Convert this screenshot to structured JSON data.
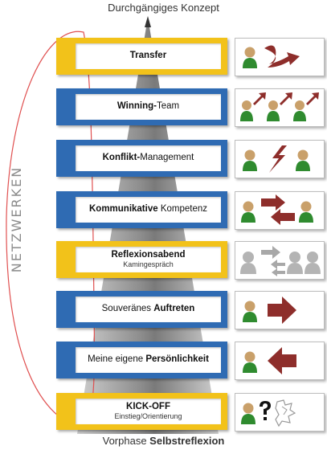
{
  "header": {
    "title": "Durchgängiges Konzept"
  },
  "footer": {
    "prefix": "Vorphase ",
    "bold": "Selbstreflexion"
  },
  "side_label": "NETZWERKEN",
  "colors": {
    "blue": "#2f6bb3",
    "yellow": "#f2c21a",
    "arrow_red": "#8e2e2b",
    "head_tan": "#c9a06a",
    "body_green": "#2f8b2f",
    "gray_person": "#b4b4b4",
    "network_line": "#e05050"
  },
  "steps": [
    {
      "id": "transfer",
      "color": "yellow",
      "bold_first": true,
      "bold": "Transfer",
      "normal": "",
      "sub": "",
      "icon": "person-curved-arrow-icon"
    },
    {
      "id": "winning",
      "color": "blue",
      "bold_first": true,
      "bold": "Winning-",
      "normal": "Team",
      "sub": "",
      "icon": "team-arrows-icon"
    },
    {
      "id": "konflikt",
      "color": "blue",
      "bold_first": true,
      "bold": "Konflikt-",
      "normal": "Management",
      "sub": "",
      "icon": "conflict-lightning-icon"
    },
    {
      "id": "kommunikative",
      "color": "blue",
      "bold_first": true,
      "bold": "Kommunikative",
      "normal": " Kompetenz",
      "sub": "",
      "icon": "exchange-arrows-icon"
    },
    {
      "id": "reflexionsabend",
      "color": "yellow",
      "bold_first": true,
      "bold": "Reflexionsabend",
      "normal": "",
      "sub": "Kamingespräch",
      "icon": "group-talk-icon"
    },
    {
      "id": "auftreten",
      "color": "blue",
      "bold_first": false,
      "bold": "Auftreten",
      "normal": "Souveränes ",
      "sub": "",
      "icon": "person-arrow-right-icon"
    },
    {
      "id": "persoenlichkeit",
      "color": "blue",
      "bold_first": false,
      "bold": "Persönlichkeit",
      "normal": "Meine eigene ",
      "sub": "",
      "icon": "person-arrow-left-icon"
    },
    {
      "id": "kickoff",
      "color": "yellow",
      "bold_first": true,
      "bold": "KICK-OFF",
      "normal": "",
      "sub": "Einstieg/Orientierung",
      "icon": "question-puzzle-icon"
    }
  ]
}
